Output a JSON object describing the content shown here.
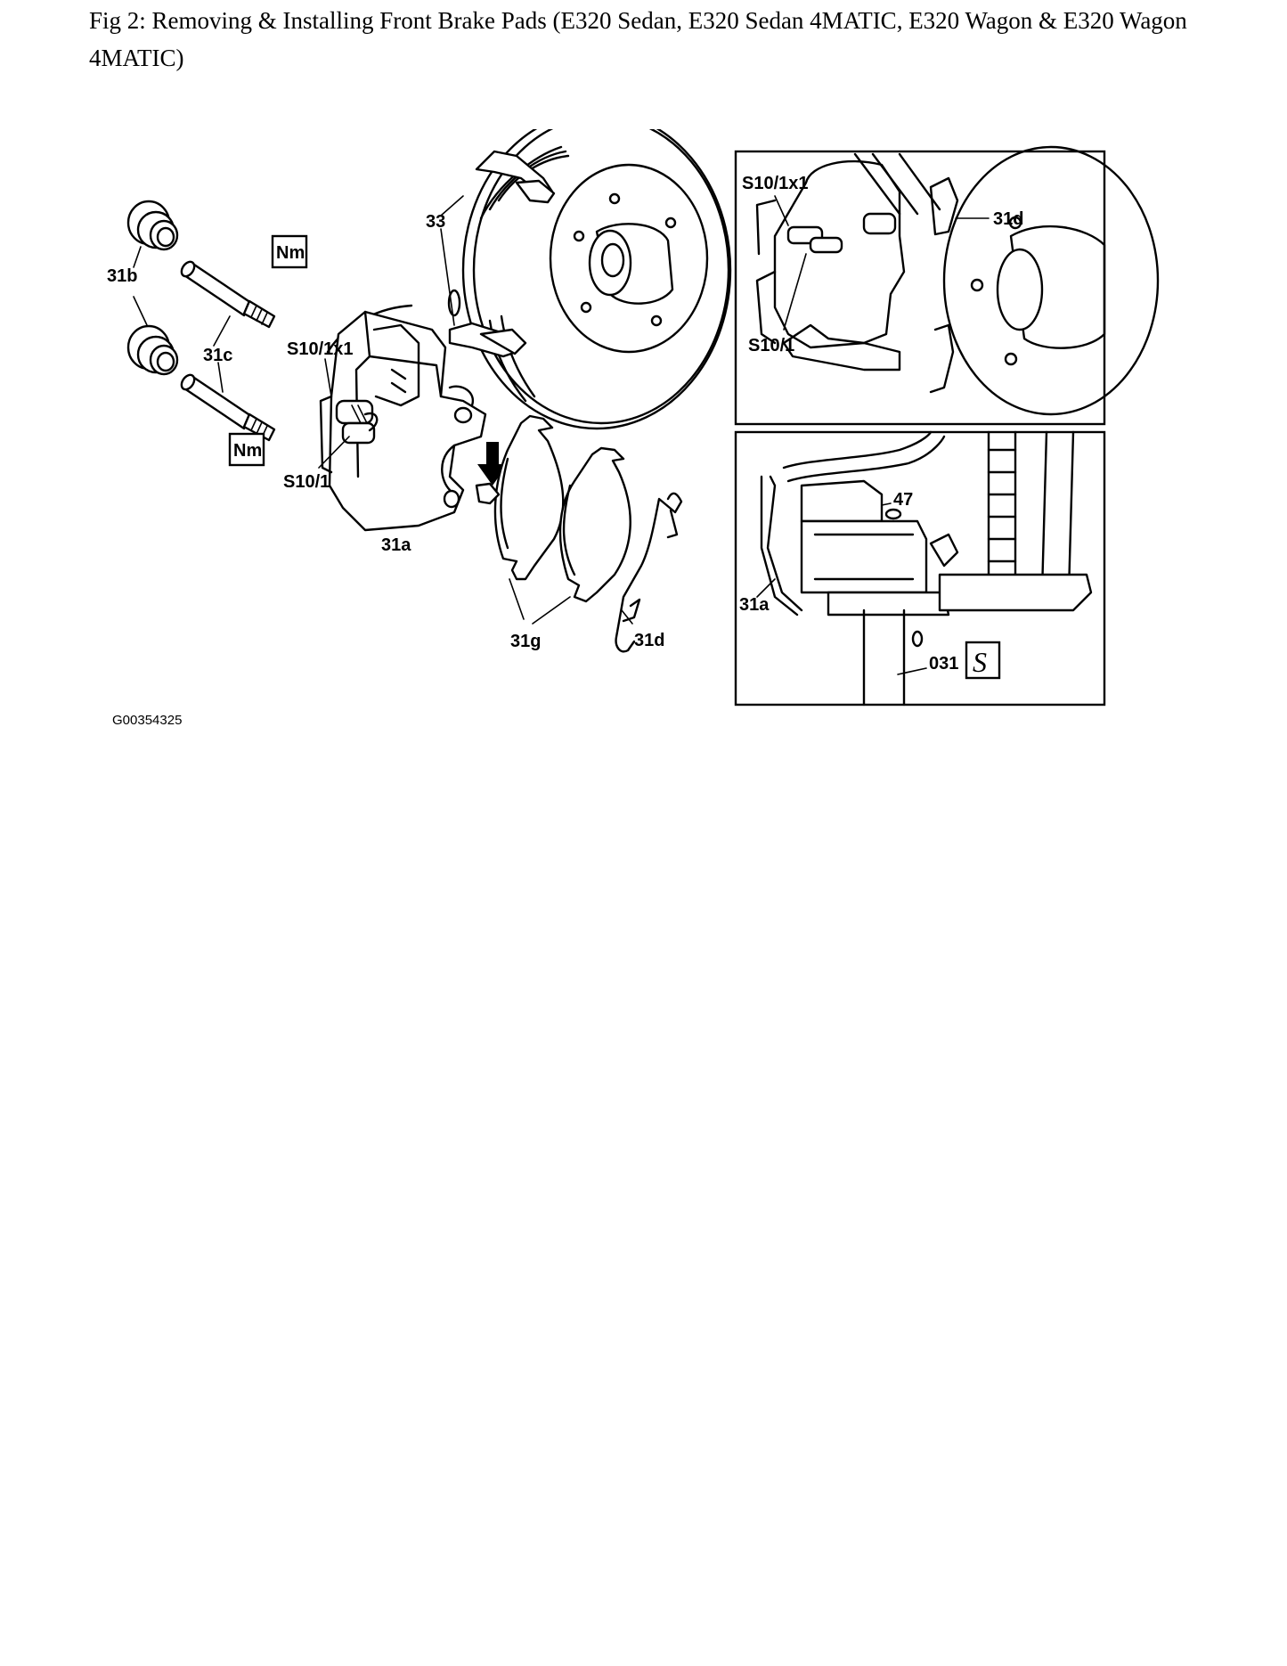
{
  "caption": "Fig 2: Removing & Installing Front Brake Pads (E320 Sedan, E320 Sedan 4MATIC, E320 Wagon & E320 Wagon 4MATIC)",
  "figure_code": "G00354325",
  "labels": {
    "l31b": "31b",
    "l31c": "31c",
    "nm": "Nm",
    "s10_1x1": "S10/1x1",
    "s10_1": "S10/1",
    "l31a": "31a",
    "l33": "33",
    "l31g": "31g",
    "l31d": "31d",
    "l47": "47",
    "l031": "031",
    "s_symbol": "S"
  }
}
